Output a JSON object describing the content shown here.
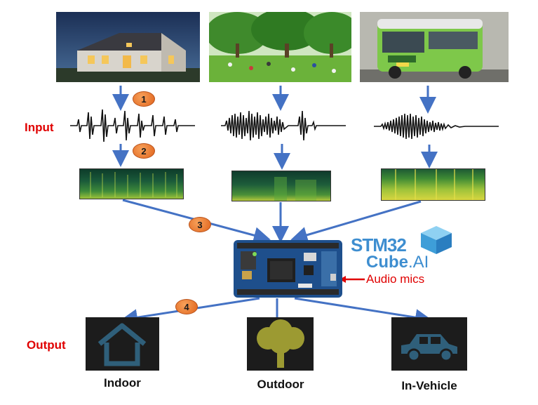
{
  "labels": {
    "input": "Input",
    "output": "Output",
    "audio_mics": "Audio mics"
  },
  "logo": {
    "line1": "STM32",
    "line2": "Cube",
    "line2_suffix": ".AI"
  },
  "steps": [
    "1",
    "2",
    "3",
    "4"
  ],
  "classes": [
    "Indoor",
    "Outdoor",
    "In-Vehicle"
  ],
  "colors": {
    "arrow": "#4472c4",
    "label_red": "#e00000",
    "badge": "#ed7d31",
    "icon_blue": "#2f5f7a",
    "icon_olive": "#9c9a32",
    "board_blue": "#1e4f8c",
    "logo_blue": "#3e8ed0"
  },
  "icons": [
    "house-icon",
    "tree-icon",
    "car-icon"
  ]
}
